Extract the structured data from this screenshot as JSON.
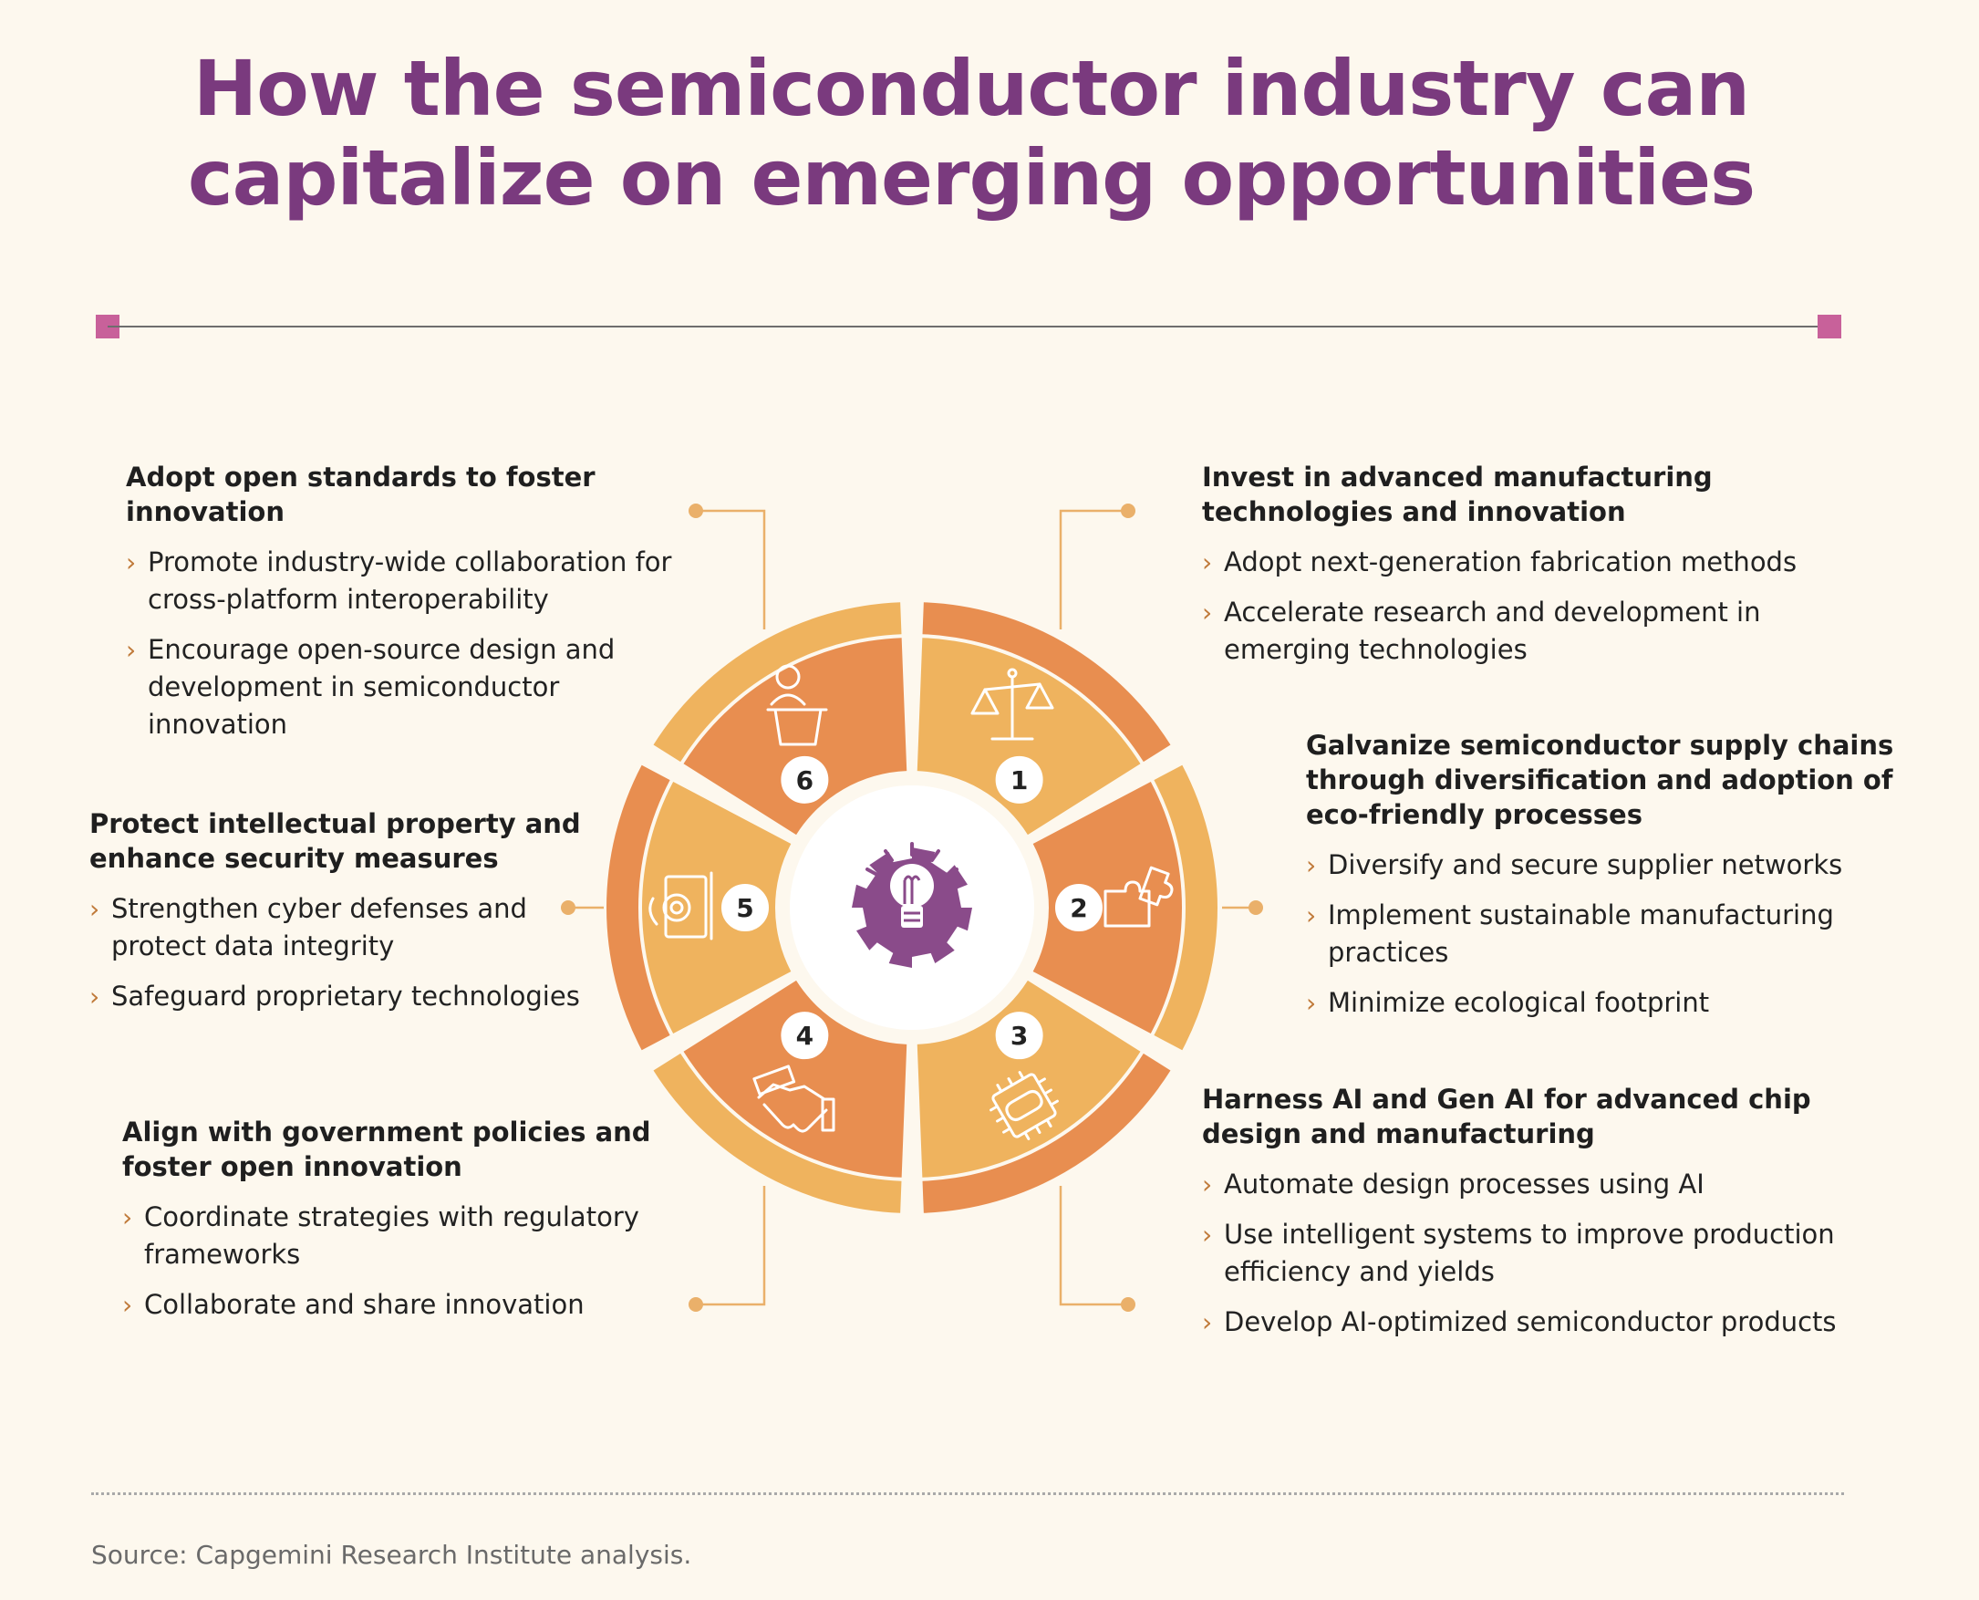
{
  "title": {
    "line1": "How the semiconductor industry can",
    "line2": "capitalize on emerging opportunities"
  },
  "colors": {
    "title": "#7a3a7e",
    "accent_square": "#c8619a",
    "light_orange": "#efb35e",
    "dark_orange": "#e88e50",
    "connector": "#eab06a",
    "center_icon": "#8a4b8a"
  },
  "center": {
    "icon": "lightbulb-gear-icon"
  },
  "segments": [
    {
      "num": "1",
      "icon": "scales-icon",
      "title": "Invest in advanced manufacturing technologies and innovation",
      "bullets": [
        "Adopt next-generation fabrication methods",
        "Accelerate research and development in emerging technologies"
      ]
    },
    {
      "num": "2",
      "icon": "puzzle-icon",
      "title": "Galvanize semiconductor supply chains through diversification and adoption of eco-friendly processes",
      "bullets": [
        "Diversify and secure supplier networks",
        "Implement sustainable manufacturing practices",
        "Minimize ecological footprint"
      ]
    },
    {
      "num": "3",
      "icon": "ai-chip-icon",
      "title": "Harness AI and Gen AI for advanced chip design and manufacturing",
      "bullets": [
        "Automate design processes using AI",
        "Use intelligent systems to improve production efficiency and yields",
        "Develop AI-optimized semiconductor products"
      ]
    },
    {
      "num": "4",
      "icon": "handshake-icon",
      "title": "Align with government policies and foster open innovation",
      "bullets": [
        "Coordinate strategies with regulatory frameworks",
        "Collaborate and share innovation"
      ]
    },
    {
      "num": "5",
      "icon": "document-gear-icon",
      "title": "Protect intellectual property and enhance security measures",
      "bullets": [
        "Strengthen cyber defenses and protect data integrity",
        "Safeguard proprietary technologies"
      ]
    },
    {
      "num": "6",
      "icon": "speaker-podium-icon",
      "title": "Adopt open standards to foster innovation",
      "bullets": [
        "Promote industry-wide collaboration for cross-platform interoperability",
        "Encourage open-source design and development in semiconductor innovation"
      ]
    }
  ],
  "source": "Source: Capgemini Research Institute analysis."
}
